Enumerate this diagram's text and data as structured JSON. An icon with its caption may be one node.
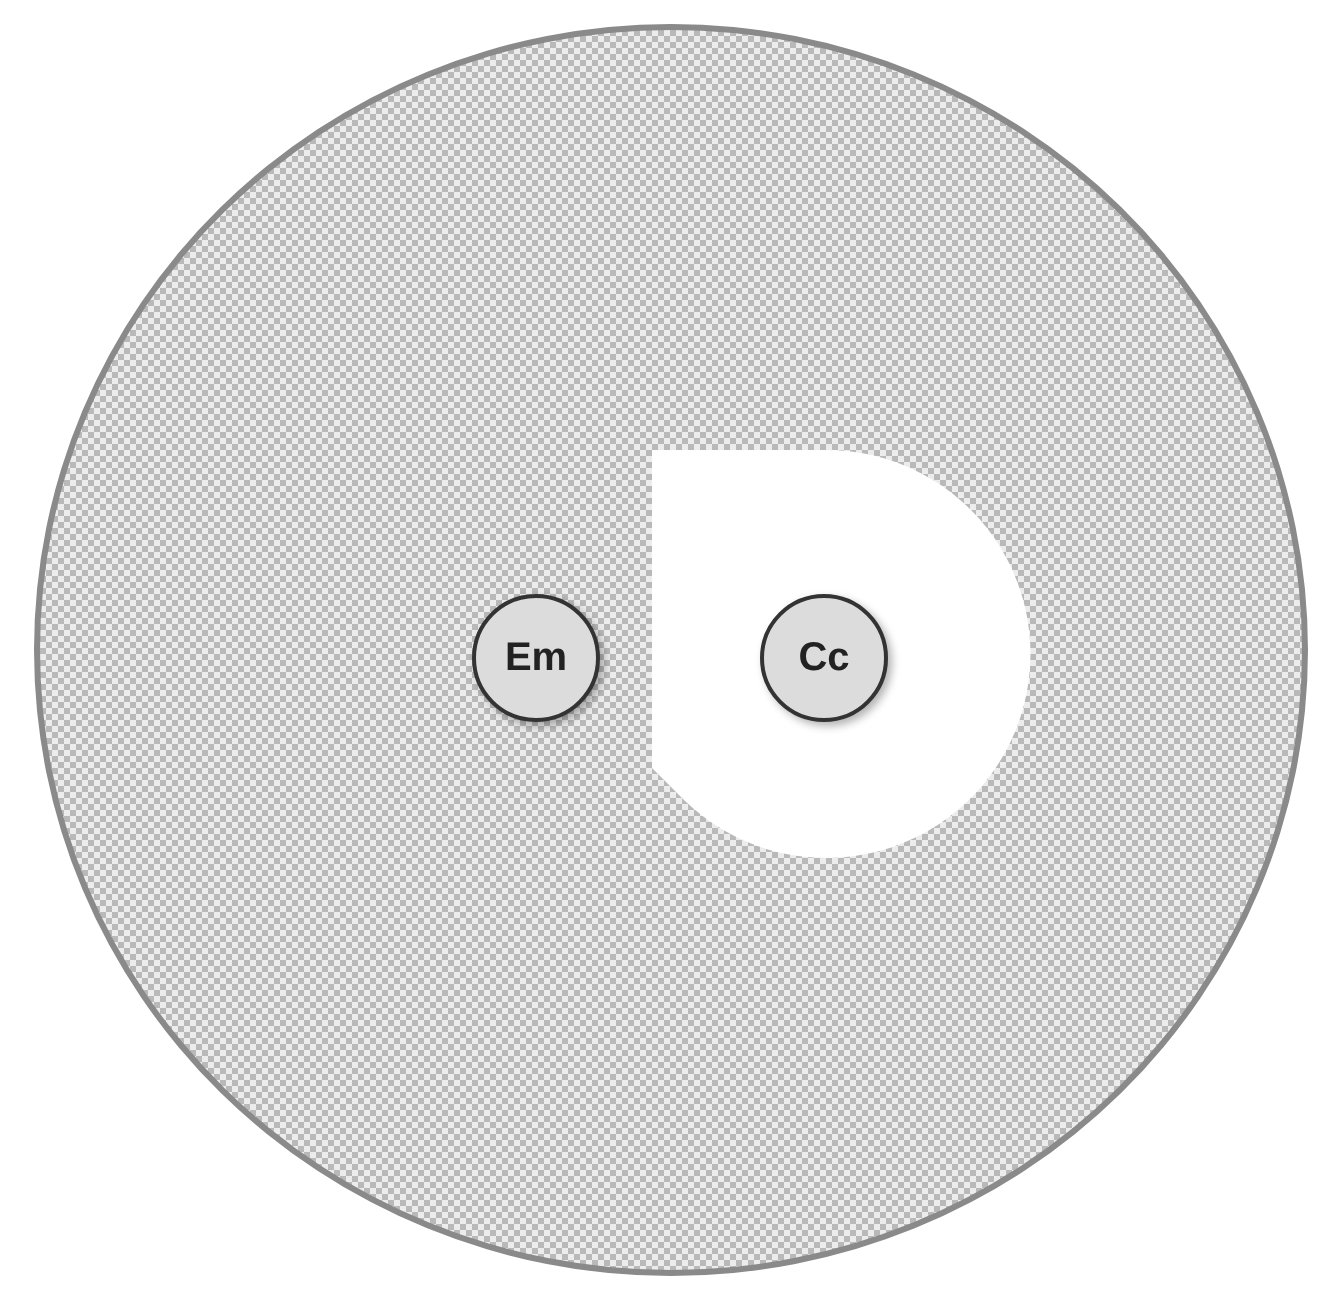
{
  "diagram": {
    "nodes": [
      {
        "text": [],
        "shape": "circle"
      },
      {
        "text": [
          "Em"
        ],
        "in": 0
      },
      {
        "text": [
          "Cc"
        ],
        "in": 0
      }
    ]
  }
}
